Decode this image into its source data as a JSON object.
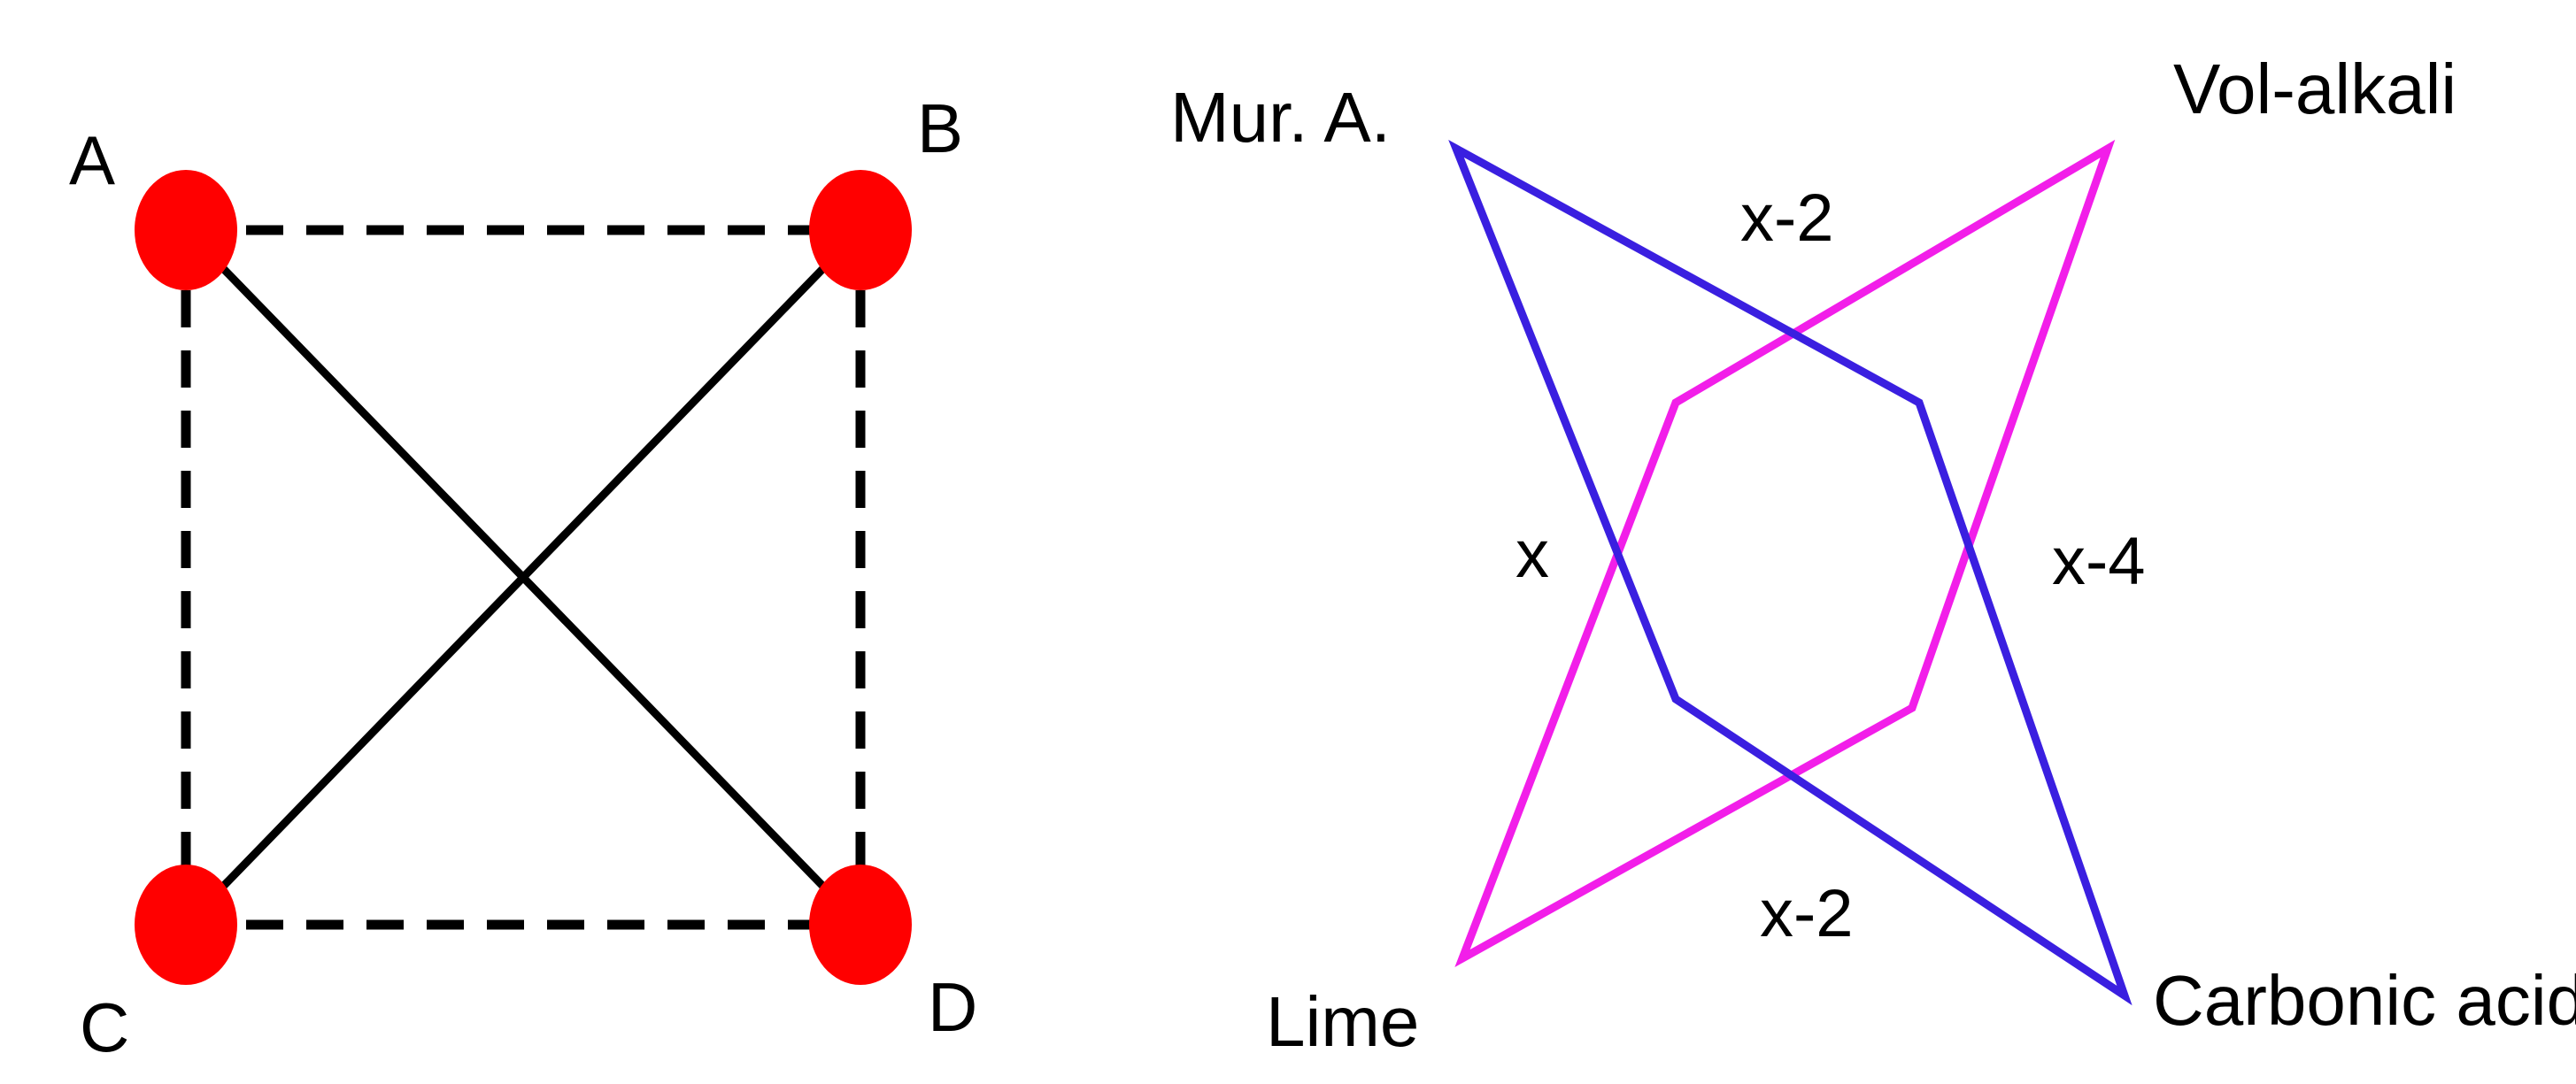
{
  "colors": {
    "node_fill": "#ff0000",
    "edge_color": "#000000",
    "blue_path": "#3a1fe0",
    "magenta_path": "#f21ee9",
    "background": "#ffffff"
  },
  "left_diagram": {
    "nodes": [
      {
        "id": "A",
        "label": "A"
      },
      {
        "id": "B",
        "label": "B"
      },
      {
        "id": "C",
        "label": "C"
      },
      {
        "id": "D",
        "label": "D"
      }
    ],
    "dashed_edges": [
      [
        "A",
        "B"
      ],
      [
        "A",
        "C"
      ],
      [
        "B",
        "D"
      ],
      [
        "C",
        "D"
      ]
    ],
    "solid_edges": [
      [
        "A",
        "D"
      ],
      [
        "B",
        "C"
      ]
    ]
  },
  "right_diagram": {
    "labels": {
      "top_left": "Mur. A.",
      "top_right": "Vol-alkali",
      "bottom_left": "Lime",
      "bottom_right": "Carbonic acid"
    },
    "edge_labels": {
      "top": "x-2",
      "left": "x",
      "right": "x-4",
      "bottom": "x-2"
    }
  }
}
